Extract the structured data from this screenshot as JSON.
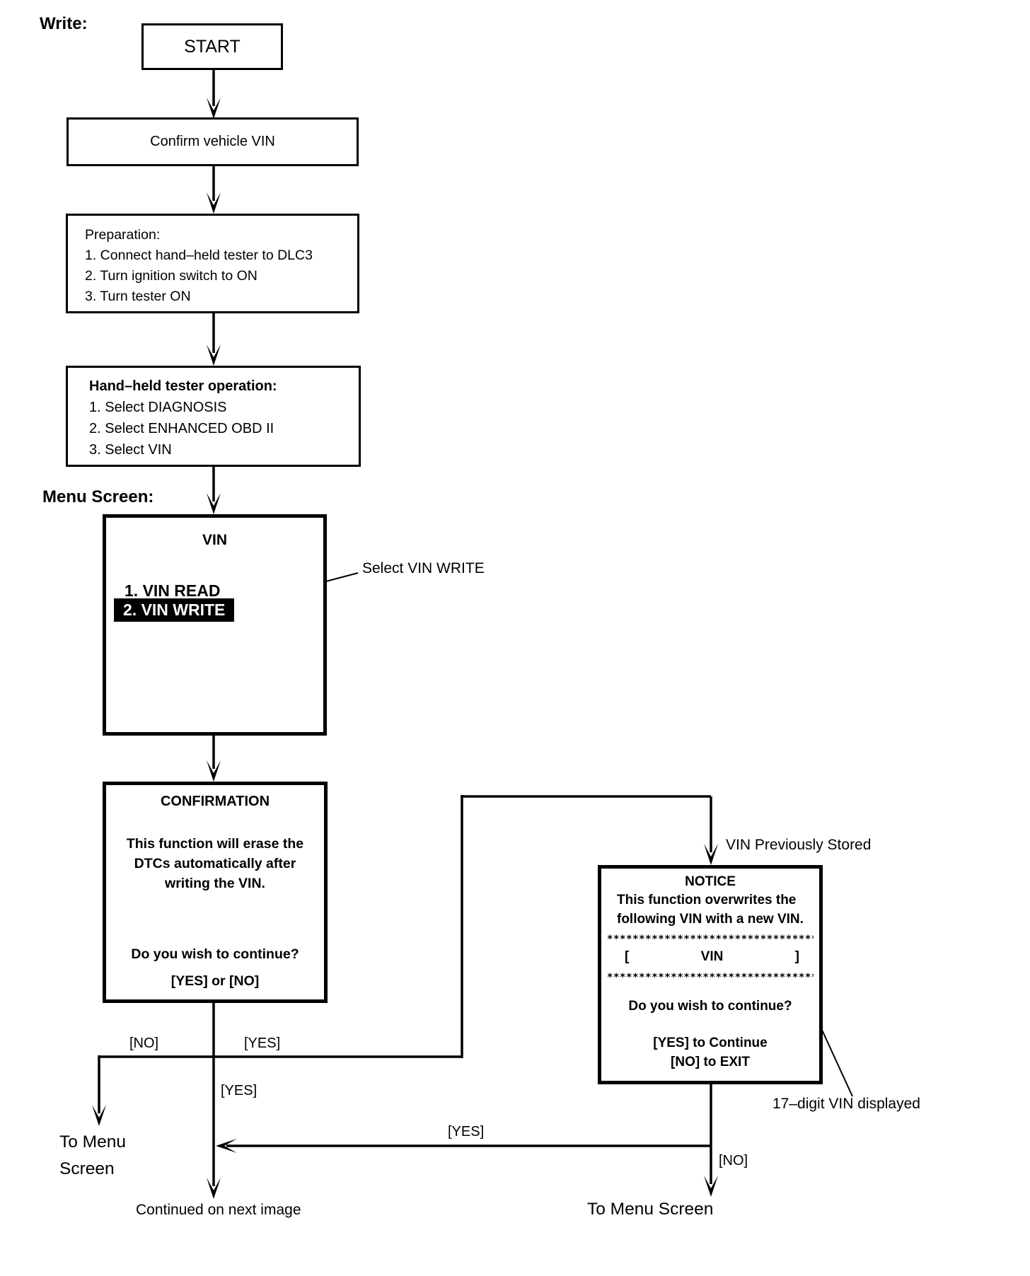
{
  "page": {
    "write_label": "Write:",
    "menu_screen_label": "Menu Screen:"
  },
  "nodes": {
    "start": {
      "label": "START"
    },
    "confirm_vin": {
      "label": "Confirm vehicle VIN"
    },
    "preparation": {
      "title": "Preparation:",
      "steps": [
        "1. Connect hand–held tester to DLC3",
        "2. Turn ignition switch to ON",
        "3. Turn tester ON"
      ]
    },
    "tester_operation": {
      "title": "Hand–held tester operation:",
      "steps": [
        "1. Select DIAGNOSIS",
        "2. Select ENHANCED OBD II",
        "3. Select VIN"
      ]
    },
    "vin_menu": {
      "title": "VIN",
      "item_read": "1. VIN READ",
      "item_write": "2. VIN WRITE"
    },
    "confirmation": {
      "title": "CONFIRMATION",
      "body_line1": "This function will erase the",
      "body_line2": "DTCs automatically after",
      "body_line3": "writing the VIN.",
      "question": "Do you wish to continue?",
      "options": "[YES] or [NO]"
    },
    "notice": {
      "title": "NOTICE",
      "body_line1": "This function overwrites the",
      "body_line2": "following VIN with a new VIN.",
      "asterisk_row": "*********************************",
      "bracket_open": "[",
      "vin_label": "VIN",
      "bracket_close": "]",
      "question": "Do you wish to continue?",
      "yes_line": "[YES] to Continue",
      "no_line": "[NO] to EXIT"
    }
  },
  "annotations": {
    "select_vin_write": "Select VIN WRITE",
    "vin_previously_stored": "VIN Previously Stored",
    "seventeen_digit_vin": "17–digit VIN displayed"
  },
  "branch_labels": {
    "confirmation_no": "[NO]",
    "confirmation_yes_right": "[YES]",
    "confirmation_yes_down": "[YES]",
    "notice_yes": "[YES]",
    "notice_no": "[NO]"
  },
  "exits": {
    "to_menu_left_line1": "To Menu",
    "to_menu_left_line2": "Screen",
    "to_menu_right": "To Menu Screen",
    "continued": "Continued on next image"
  },
  "colors": {
    "ink": "#000000",
    "paper": "#ffffff",
    "highlight_bg": "#000000",
    "highlight_text": "#ffffff"
  }
}
